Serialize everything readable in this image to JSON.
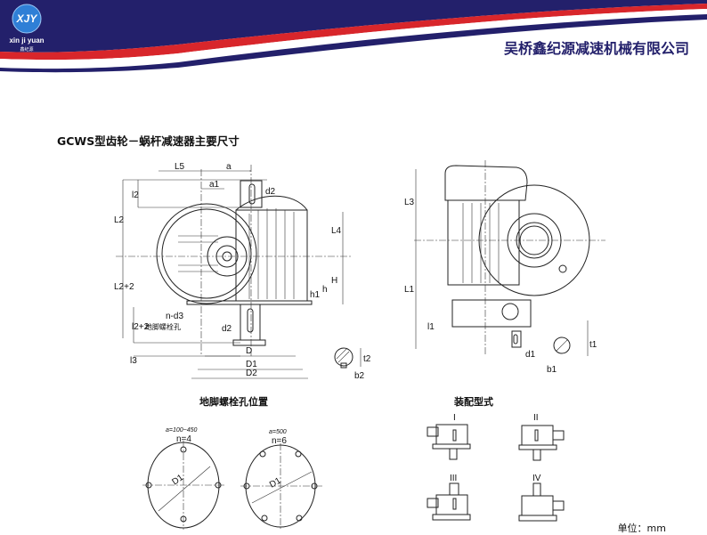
{
  "header": {
    "logo_mark": "XJY",
    "logo_pinyin": "xin ji yuan",
    "logo_cn": "鑫纪源",
    "company_name": "吴桥鑫纪源减速机械有限公司",
    "colors": {
      "navy": "#23206b",
      "red": "#d8262b",
      "white": "#ffffff"
    }
  },
  "document": {
    "title": "GCWS型齿轮－蜗杆减速器主要尺寸",
    "unit_label": "单位：mm"
  },
  "front_view": {
    "labels": {
      "L5": "L5",
      "a": "a",
      "a1": "a1",
      "d2_top": "d2",
      "l2": "l2",
      "L2": "L2",
      "L4": "L4",
      "L2p2": "L2+2",
      "H": "H",
      "h1": "h1",
      "h": "h",
      "nd3": "n-d3",
      "bolt_hole": "地脚螺栓孔",
      "l2p2": "l2+2",
      "d2_bottom": "d2",
      "l3": "l3",
      "D": "D",
      "D1": "D1",
      "D2": "D2",
      "t2": "t2",
      "b2": "b2"
    }
  },
  "side_view": {
    "labels": {
      "L3": "L3",
      "L1": "L1",
      "l1": "l1",
      "d1": "d1",
      "t1": "t1",
      "b1": "b1"
    }
  },
  "bolt_hole_section": {
    "title": "地脚螺栓孔位置",
    "patterns": [
      {
        "condition": "a=100~450",
        "count": "n=4",
        "dim": "D1"
      },
      {
        "condition": "a=500",
        "count": "n=6",
        "dim": "D1"
      }
    ]
  },
  "assembly_section": {
    "title": "装配型式",
    "types": [
      "I",
      "II",
      "III",
      "IV"
    ]
  }
}
